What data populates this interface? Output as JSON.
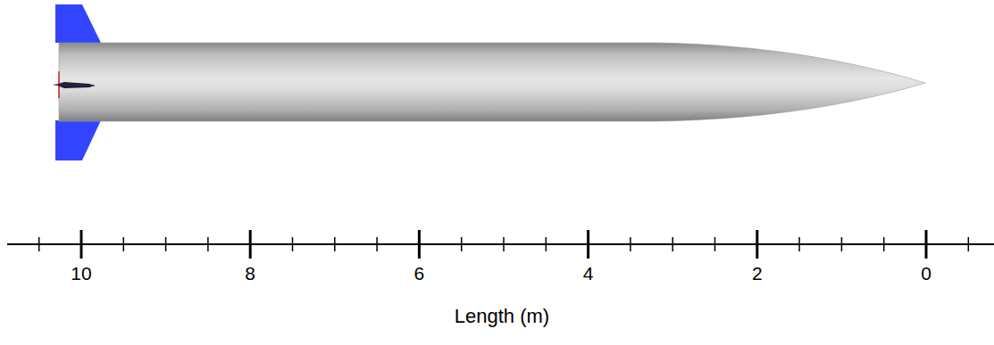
{
  "diagram": {
    "labels": [
      "10",
      "8",
      "6",
      "4",
      "2",
      "0",
      "Length (m)"
    ]
  }
}
